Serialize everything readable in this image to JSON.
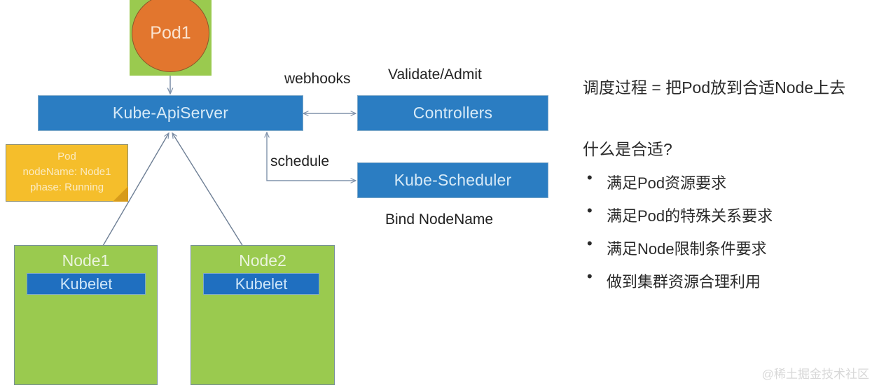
{
  "diagram": {
    "pod": {
      "label": "Pod1"
    },
    "apiserver": {
      "label": "Kube-ApiServer"
    },
    "controllers": {
      "label": "Controllers"
    },
    "scheduler": {
      "label": "Kube-Scheduler"
    },
    "note": {
      "line1": "Pod",
      "line2": "nodeName: Node1",
      "line3": "phase: Running"
    },
    "nodes": [
      {
        "label": "Node1",
        "kubelet": "Kubelet"
      },
      {
        "label": "Node2",
        "kubelet": "Kubelet"
      }
    ],
    "edge_labels": {
      "webhooks": "webhooks",
      "validate_admit": "Validate/Admit",
      "schedule": "schedule",
      "bind_nodename": "Bind NodeName"
    }
  },
  "notes_panel": {
    "heading": "调度过程 = 把Pod放到合适Node上去",
    "question": "什么是合适?",
    "bullet_char": "•",
    "bullets": [
      "满足Pod资源要求",
      "满足Pod的特殊关系要求",
      "满足Node限制条件要求",
      "做到集群资源合理利用"
    ]
  },
  "watermark": {
    "text": "@稀土掘金技术社区"
  },
  "colors": {
    "blue": "#2B7DC2",
    "green": "#9ACA4F",
    "orange": "#E2762E",
    "yellow": "#F5BE2B",
    "edge": "#8193AB",
    "text": "#2a2a2a"
  }
}
